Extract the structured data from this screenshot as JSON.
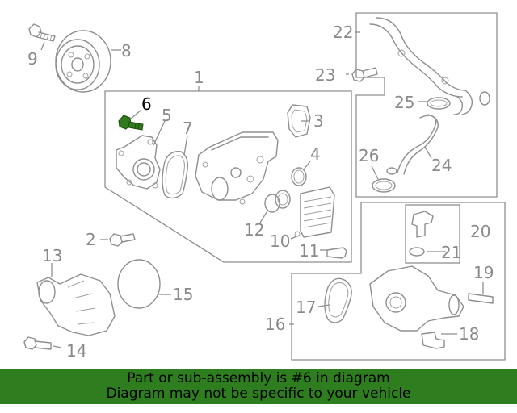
{
  "callouts": {
    "c1": "1",
    "c2": "2",
    "c3": "3",
    "c4": "4",
    "c5": "5",
    "c6": "6",
    "c7": "7",
    "c8": "8",
    "c9": "9",
    "c10": "10",
    "c11": "11",
    "c12": "12",
    "c13": "13",
    "c14": "14",
    "c15": "15",
    "c16": "16",
    "c17": "17",
    "c18": "18",
    "c19": "19",
    "c20": "20",
    "c21": "21",
    "c22": "22",
    "c23": "23",
    "c24": "24",
    "c25": "25",
    "c26": "26"
  },
  "highlight_part": "6",
  "colors": {
    "banner": "#2e7d1f",
    "highlight": "#2f7a1c",
    "line": "#8f8f8f"
  },
  "banner": {
    "line1": "Part or sub-assembly is #6 in diagram",
    "line2": "Diagram may not be specific to your vehicle"
  }
}
